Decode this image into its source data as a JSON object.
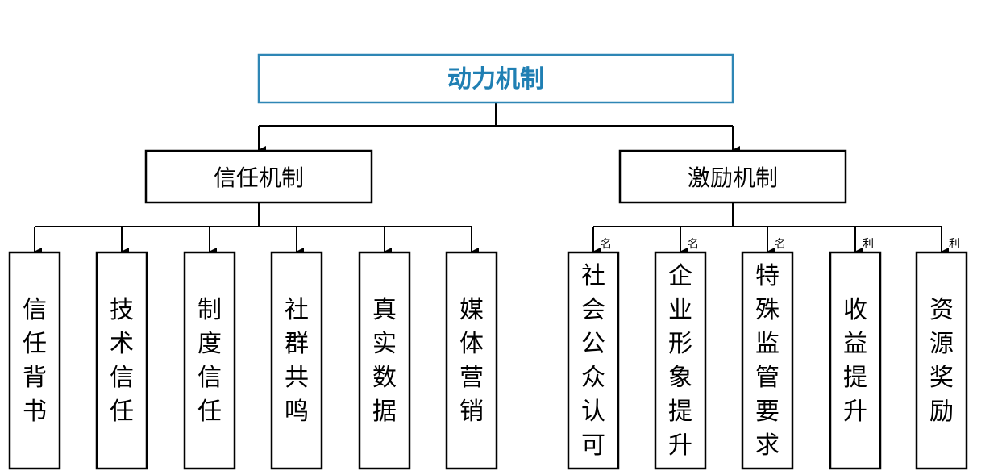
{
  "colors": {
    "root_text": "#1f7fb3",
    "root_border": "#2e86b5",
    "line": "#000000"
  },
  "root": {
    "label": "动力机制"
  },
  "branches": [
    {
      "label": "信任机制",
      "leaves": [
        {
          "label": "信任背书",
          "tag": ""
        },
        {
          "label": "技术信任",
          "tag": ""
        },
        {
          "label": "制度信任",
          "tag": ""
        },
        {
          "label": "社群共鸣",
          "tag": ""
        },
        {
          "label": "真实数据",
          "tag": ""
        },
        {
          "label": "媒体营销",
          "tag": ""
        }
      ]
    },
    {
      "label": "激励机制",
      "leaves": [
        {
          "label": "社会公众认可",
          "tag": "名"
        },
        {
          "label": "企业形象提升",
          "tag": "名"
        },
        {
          "label": "特殊监管要求",
          "tag": "名"
        },
        {
          "label": "收益提升",
          "tag": "利"
        },
        {
          "label": "资源奖励",
          "tag": "利"
        }
      ]
    }
  ]
}
